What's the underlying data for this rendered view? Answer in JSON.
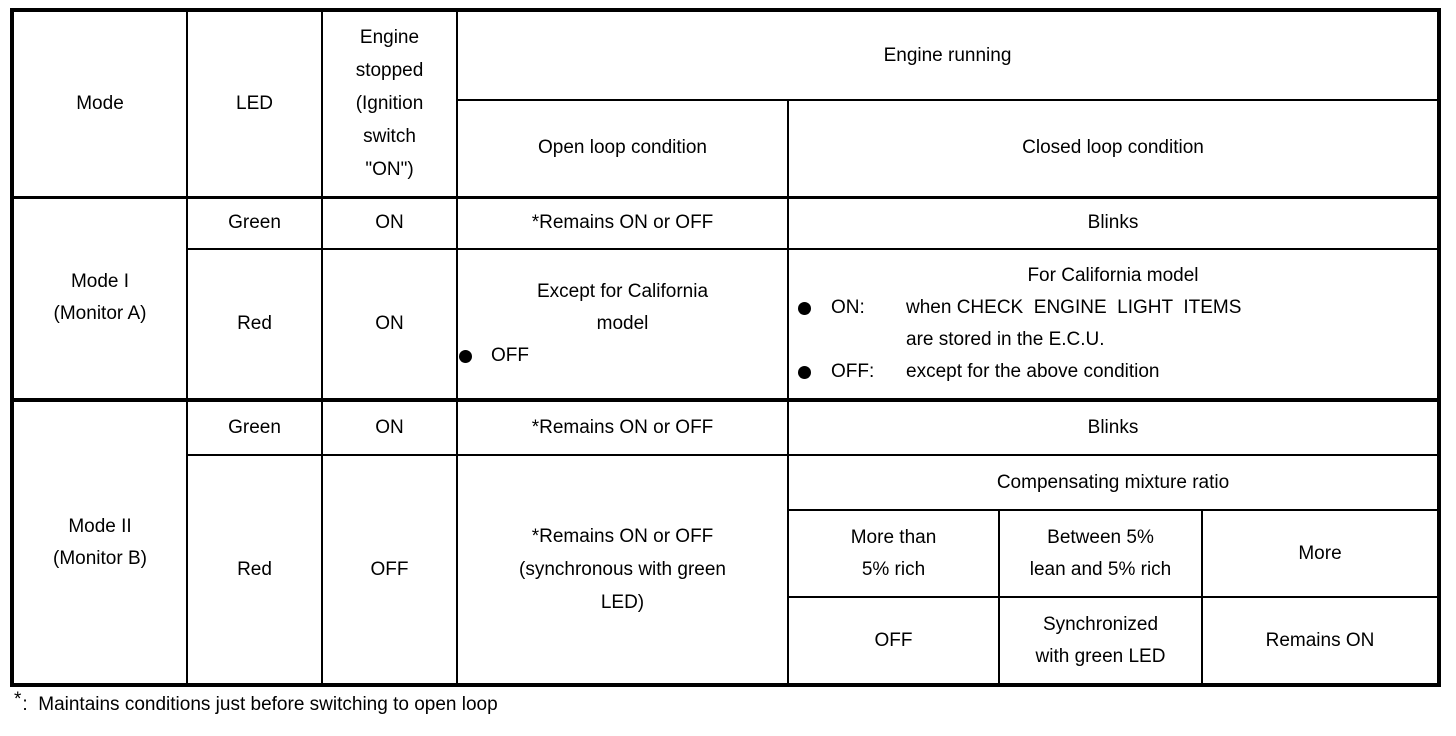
{
  "colors": {
    "background": "#ffffff",
    "line": "#000000",
    "text": "#000000"
  },
  "table": {
    "headers": {
      "mode": "Mode",
      "led": "LED",
      "engine_stopped": "Engine\nstopped\n(Ignition\nswitch\n\"ON\")",
      "engine_running": "Engine running",
      "open_loop": "Open loop condition",
      "closed_loop": "Closed loop condition"
    },
    "mode1": {
      "label": "Mode I\n(Monitor A)",
      "green": {
        "led": "Green",
        "engine_stopped": "ON",
        "open_loop": "*Remains ON or OFF",
        "closed_loop": "Blinks"
      },
      "red": {
        "led": "Red",
        "engine_stopped": "ON",
        "open_loop": {
          "text": "Except for California\nmodel",
          "bullet": "OFF"
        },
        "closed_loop": {
          "title": "For California model",
          "bullets": [
            {
              "label": "ON:",
              "text": "when CHECK  ENGINE  LIGHT  ITEMS\nare stored in the E.C.U."
            },
            {
              "label": "OFF:",
              "text": "except for the above condition"
            }
          ]
        }
      }
    },
    "mode2": {
      "label": "Mode II\n(Monitor B)",
      "green": {
        "led": "Green",
        "engine_stopped": "ON",
        "open_loop": "*Remains ON or OFF",
        "closed_loop": "Blinks"
      },
      "red": {
        "led": "Red",
        "engine_stopped": "OFF",
        "open_loop": "*Remains ON or OFF\n(synchronous with green\nLED)",
        "closed_loop": {
          "title": "Compensating mixture ratio",
          "columns": [
            "More than\n5% rich",
            "Between 5%\nlean and 5% rich",
            "More"
          ],
          "values": [
            "OFF",
            "Synchronized\nwith green LED",
            "Remains ON"
          ]
        }
      }
    }
  },
  "footnote": {
    "symbol": "*",
    "text": ":  Maintains conditions just before switching to open loop"
  }
}
